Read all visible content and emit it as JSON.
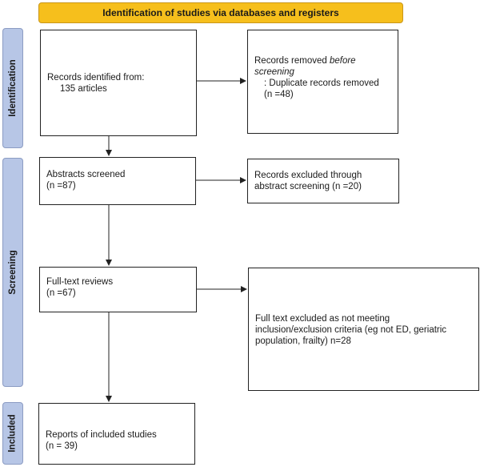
{
  "header": "Identification of studies via databases and registers",
  "stages": {
    "identification": "Identification",
    "screening": "Screening",
    "included": "Included"
  },
  "boxes": {
    "records_identified": {
      "line1": "Records identified from:",
      "line2": "135 articles"
    },
    "records_removed": {
      "prefix": "Records removed ",
      "emphasis": "before screening",
      "suffix": ":",
      "detail": "Duplicate records removed",
      "count": "(n =48)"
    },
    "abstracts_screened": {
      "line1": "Abstracts screened",
      "line2": "(n =87)"
    },
    "abstracts_excluded": {
      "line1": "Records excluded through",
      "line2": "abstract screening (n =20)"
    },
    "fulltext_reviews": {
      "line1": "Full-text reviews",
      "line2": "(n =67)"
    },
    "fulltext_excluded": {
      "line1": "Full text excluded as not meeting",
      "line2": "inclusion/exclusion criteria (eg not ED, geriatric",
      "line3": "population, frailty) n=28"
    },
    "included_studies": {
      "line1": "Reports of included studies",
      "line2": "(n = 39)"
    }
  }
}
